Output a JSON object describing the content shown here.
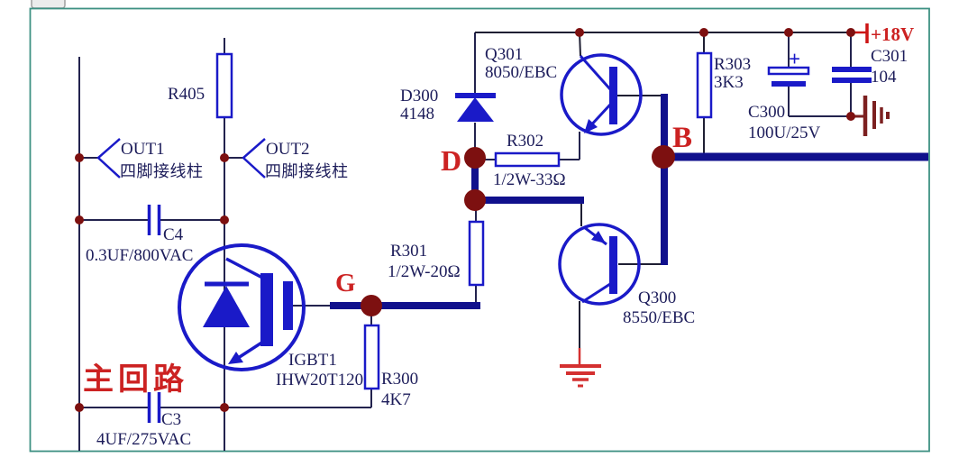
{
  "sheet": {
    "background": "#ffffff",
    "border_color": "#3e9183"
  },
  "colors": {
    "wire_thin": "#23234e",
    "wire_thick": "#10108c",
    "component_blue": "#1a1ac8",
    "junction_dot": "#7d1010",
    "label_navy": "#1c1c5a",
    "node_red": "#cc2222",
    "ground_red": "#d43030",
    "ground_maroon": "#7c2020",
    "power_red": "#cc1414"
  },
  "nodes": {
    "gate": "G",
    "drive": "D",
    "base": "B"
  },
  "power": {
    "rail_label": "+18V"
  },
  "annotations": {
    "main_loop": "主回路"
  },
  "connectors": {
    "out1": {
      "label": "OUT1",
      "description": "四脚接线柱"
    },
    "out2": {
      "label": "OUT2",
      "description": "四脚接线柱"
    }
  },
  "components": {
    "r405": {
      "designator": "R405"
    },
    "r300": {
      "designator": "R300",
      "value": "4K7"
    },
    "r301": {
      "designator": "R301",
      "value": "1/2W-20Ω"
    },
    "r302": {
      "designator": "R302",
      "value": "1/2W-33Ω"
    },
    "r303": {
      "designator": "R303",
      "value": "3K3"
    },
    "c3": {
      "designator": "C3",
      "value": "4UF/275VAC"
    },
    "c4": {
      "designator": "C4",
      "value": "0.3UF/800VAC"
    },
    "c300": {
      "designator": "C300",
      "value": "100U/25V",
      "polarity": "+"
    },
    "c301": {
      "designator": "C301",
      "value": "104"
    },
    "d300": {
      "designator": "D300",
      "value": "4148"
    },
    "q300": {
      "designator": "Q300",
      "value": "8550/EBC"
    },
    "q301": {
      "designator": "Q301",
      "value": "8050/EBC"
    },
    "igbt1": {
      "designator": "IGBT1",
      "value": "IHW20T120"
    }
  }
}
